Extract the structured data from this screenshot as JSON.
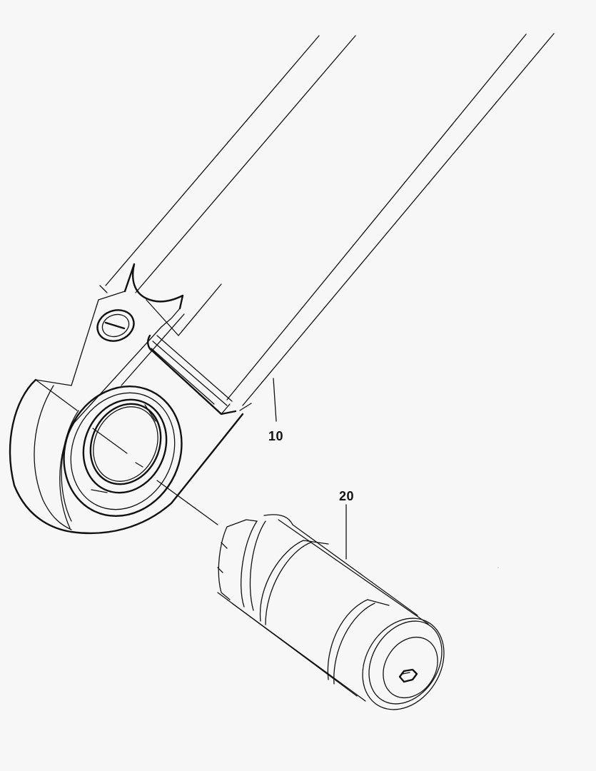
{
  "figure": {
    "type": "patent-line-drawing",
    "background_color": "#f7f7f7",
    "stroke_color": "#111111",
    "parts": [
      {
        "ref": "10",
        "description": "arm with eyelet end, bore and slot"
      },
      {
        "ref": "20",
        "description": "cylindrical pin with hex socket end"
      }
    ]
  },
  "labels": {
    "ref_10": "10",
    "ref_20": "20"
  }
}
